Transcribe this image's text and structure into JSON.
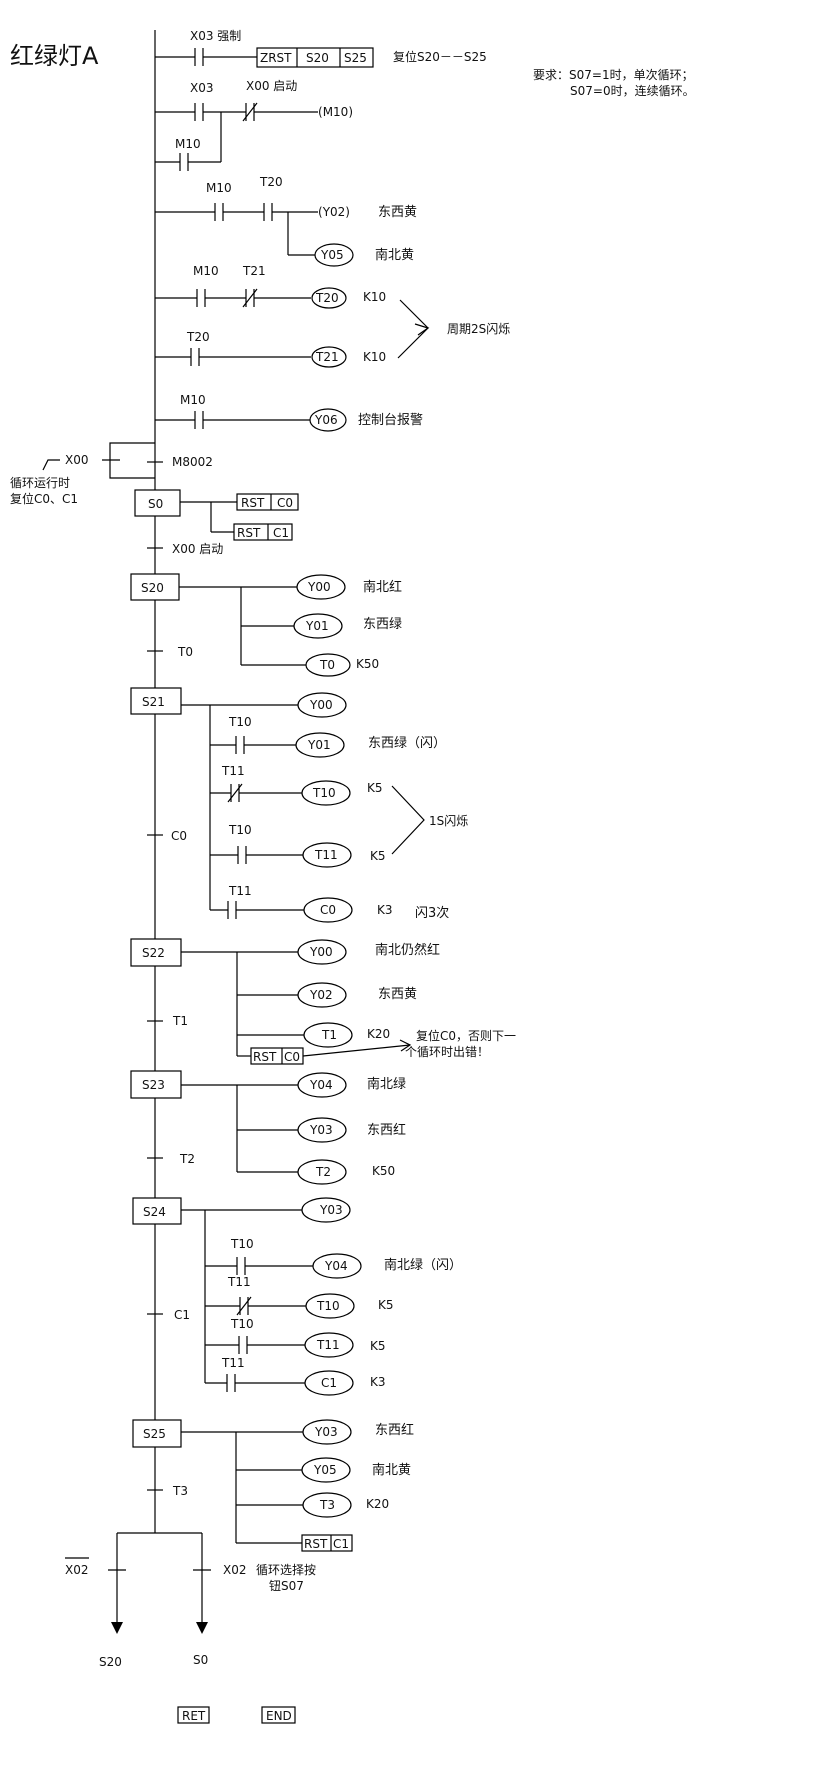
{
  "title": "红绿灯A",
  "requirement": [
    "要求：S07=1时，单次循环；",
    "S07=0时，连续循环。"
  ],
  "header_rungs": [
    {
      "contact_label": "X03 强制",
      "instr": [
        "ZRST",
        "S20",
        "S25"
      ],
      "note": "复位S20－－S25"
    },
    {
      "contact1": "X03",
      "contact2": "X00 启动",
      "coil": "M10",
      "parallel": "M10"
    },
    {
      "contact1": "M10",
      "contact2": "T20",
      "coils": [
        {
          "name": "Y02",
          "note": "东西黄"
        },
        {
          "name": "Y05",
          "note": "南北黄"
        }
      ]
    },
    {
      "contact1": "M10",
      "contact2": "T21",
      "coil": "T20",
      "k": "K10"
    },
    {
      "contact1": "T20",
      "coil": "T21",
      "k": "K10",
      "brace_note": "周期2S闪烁"
    },
    {
      "contact1": "M10",
      "coil": "Y06",
      "note": "控制台报警"
    }
  ],
  "init": {
    "x00": "X00",
    "x00_note": [
      "循环运行时",
      "复位C0、C1"
    ],
    "m8002": "M8002",
    "s0": "S0",
    "rst_c0": [
      "RST",
      "C0"
    ],
    "rst_c1": [
      "RST",
      "C1"
    ],
    "x00_start": "X00 启动"
  },
  "steps": [
    {
      "name": "S20",
      "outputs": [
        {
          "coil": "Y00",
          "note": "南北红"
        },
        {
          "coil": "Y01",
          "note": "东西绿"
        },
        {
          "coil": "T0",
          "k": "K50"
        }
      ],
      "transition": "T0"
    },
    {
      "name": "S21",
      "outputs": [
        {
          "coil": "Y00"
        },
        {
          "contact": "T10",
          "coil": "Y01",
          "note": "东西绿（闪）"
        },
        {
          "contact": "T11",
          "coil": "T10",
          "k": "K5"
        },
        {
          "contact": "T10",
          "coil": "T11",
          "k": "K5"
        },
        {
          "contact": "T11",
          "coil": "C0",
          "k": "K3",
          "note": "闪3次"
        }
      ],
      "brace_note": "1S闪烁",
      "transition": "C0"
    },
    {
      "name": "S22",
      "outputs": [
        {
          "coil": "Y00",
          "note": "南北仍然红"
        },
        {
          "coil": "Y02",
          "note": "东西黄"
        },
        {
          "coil": "T1",
          "k": "K20"
        }
      ],
      "rst": [
        "RST",
        "C0"
      ],
      "arrow_note": [
        "复位C0，否则下一",
        "个循环时出错！"
      ],
      "transition": "T1"
    },
    {
      "name": "S23",
      "outputs": [
        {
          "coil": "Y04",
          "note": "南北绿"
        },
        {
          "coil": "Y03",
          "note": "东西红"
        },
        {
          "coil": "T2",
          "k": "K50"
        }
      ],
      "transition": "T2"
    },
    {
      "name": "S24",
      "outputs": [
        {
          "coil": "Y03"
        },
        {
          "contact": "T10",
          "coil": "Y04",
          "note": "南北绿（闪）"
        },
        {
          "contact": "T11",
          "coil": "T10",
          "k": "K5"
        },
        {
          "contact": "T10",
          "coil": "T11",
          "k": "K5"
        },
        {
          "contact": "T11",
          "coil": "C1",
          "k": "K3"
        }
      ],
      "transition": "C1"
    },
    {
      "name": "S25",
      "outputs": [
        {
          "coil": "Y03",
          "note": "东西红"
        },
        {
          "coil": "Y05",
          "note": "南北黄"
        },
        {
          "coil": "T3",
          "k": "K20"
        }
      ],
      "rst": [
        "RST",
        "C1"
      ],
      "transition": "T3"
    }
  ],
  "branch": {
    "left_label": "X02",
    "right_label": "X02",
    "right_note": [
      "循环选择按",
      "钮S07"
    ],
    "left_target": "S20",
    "right_target": "S0"
  },
  "footer": {
    "ret": "RET",
    "end": "END"
  }
}
